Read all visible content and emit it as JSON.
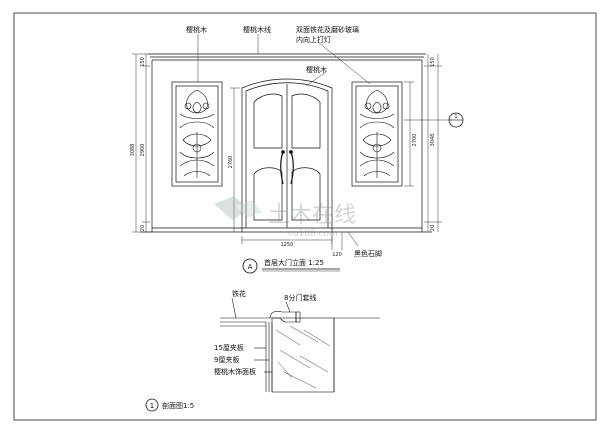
{
  "elevation": {
    "labels": {
      "cherry_wood_left": "樱桃木",
      "cherry_wood_line": "樱桃木线",
      "glass_note_line1": "双面铁花及磨砂玻璃",
      "glass_note_line2": "内向上打灯",
      "cherry_wood_door": "樱桃木",
      "black_stone_base": "黑色石脚"
    },
    "dimensions": {
      "left_total": "3088",
      "left_door": "2900",
      "left_top": "150",
      "left_bottom": "20",
      "door_height": "2760",
      "right_panel": "2700",
      "right_total": "3048",
      "right_top": "150",
      "right_bottom": "20",
      "door_width": "1250",
      "base_offset": "120"
    },
    "title_marker": "A",
    "title": "首层大门立面 1:25",
    "section_marker": "1"
  },
  "section": {
    "labels": {
      "iron_flower": "铁花",
      "door_cover_line": "8分门套线",
      "plywood_15": "15厘夹板",
      "plywood_9": "9厘夹板",
      "cherry_veneer": "樱桃木饰面板"
    },
    "title_marker": "1",
    "title": "剖面图1:5"
  },
  "watermark": {
    "brand": "土木在线",
    "url": "co188.com"
  }
}
